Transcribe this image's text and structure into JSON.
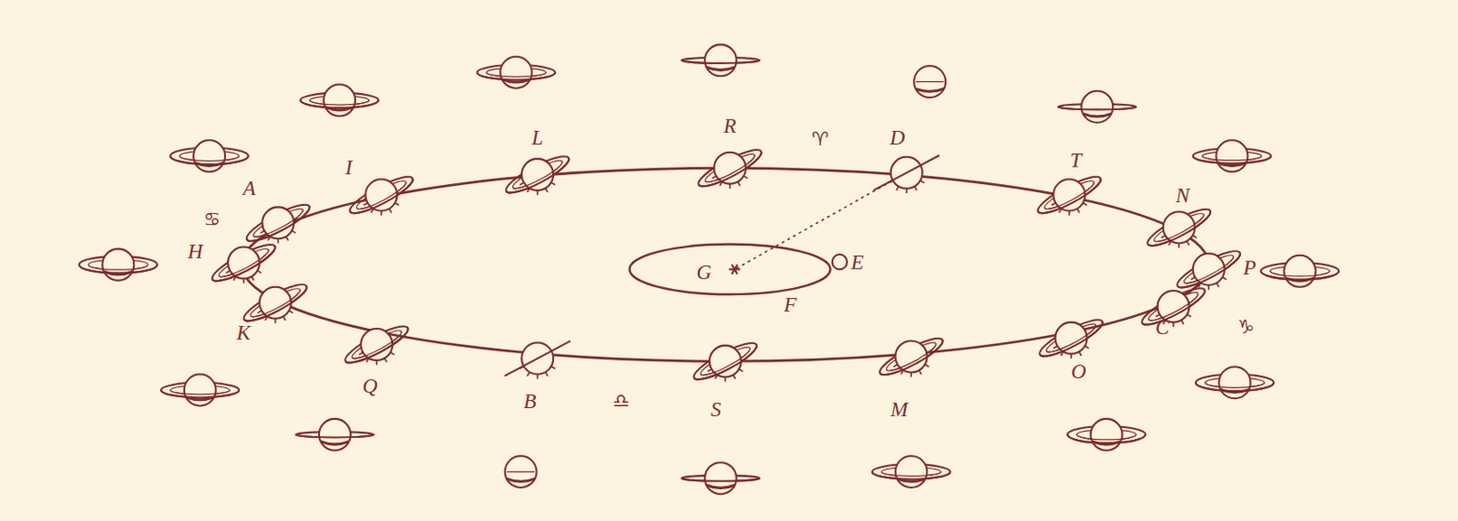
{
  "diagram": {
    "labels": [
      "A",
      "I",
      "L",
      "R",
      "♈",
      "D",
      "T",
      "N",
      "♋",
      "H",
      "G",
      "E",
      "P",
      "F",
      "♑",
      "K",
      "C",
      "Q",
      "B",
      "♎",
      "S",
      "M",
      "O"
    ]
  }
}
